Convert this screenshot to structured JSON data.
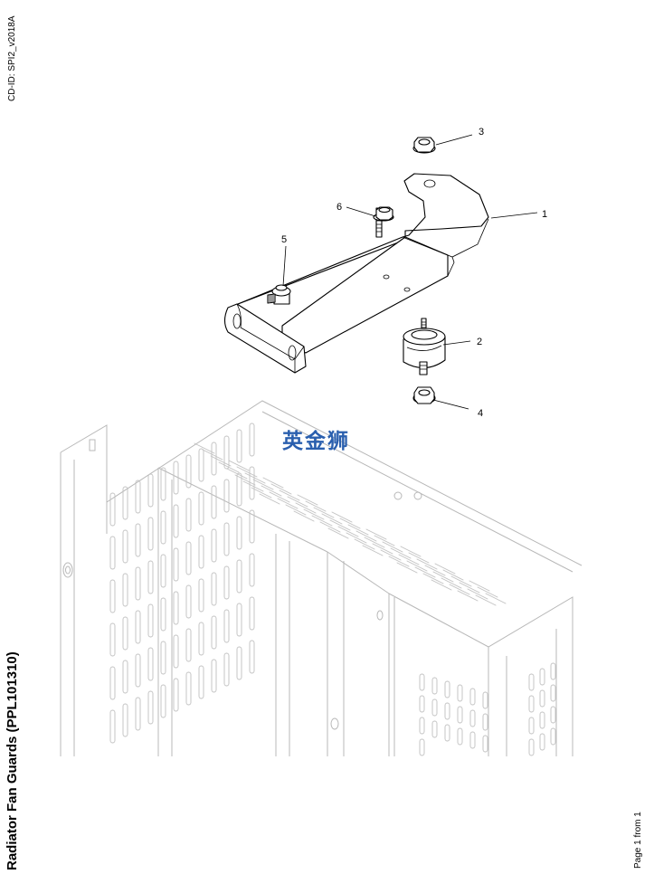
{
  "document": {
    "cd_id": "CD-ID: SPI2_v2018A",
    "title": "Radiator Fan Guards (PPL101310)",
    "page_indicator": "Page 1 from 1",
    "watermark": "英金狮"
  },
  "callouts": [
    {
      "number": "1",
      "part": "bracket"
    },
    {
      "number": "2",
      "part": "rubber-mount"
    },
    {
      "number": "3",
      "part": "flange-nut"
    },
    {
      "number": "4",
      "part": "flange-nut"
    },
    {
      "number": "5",
      "part": "stud-bolt"
    },
    {
      "number": "6",
      "part": "flange-bolt"
    }
  ]
}
